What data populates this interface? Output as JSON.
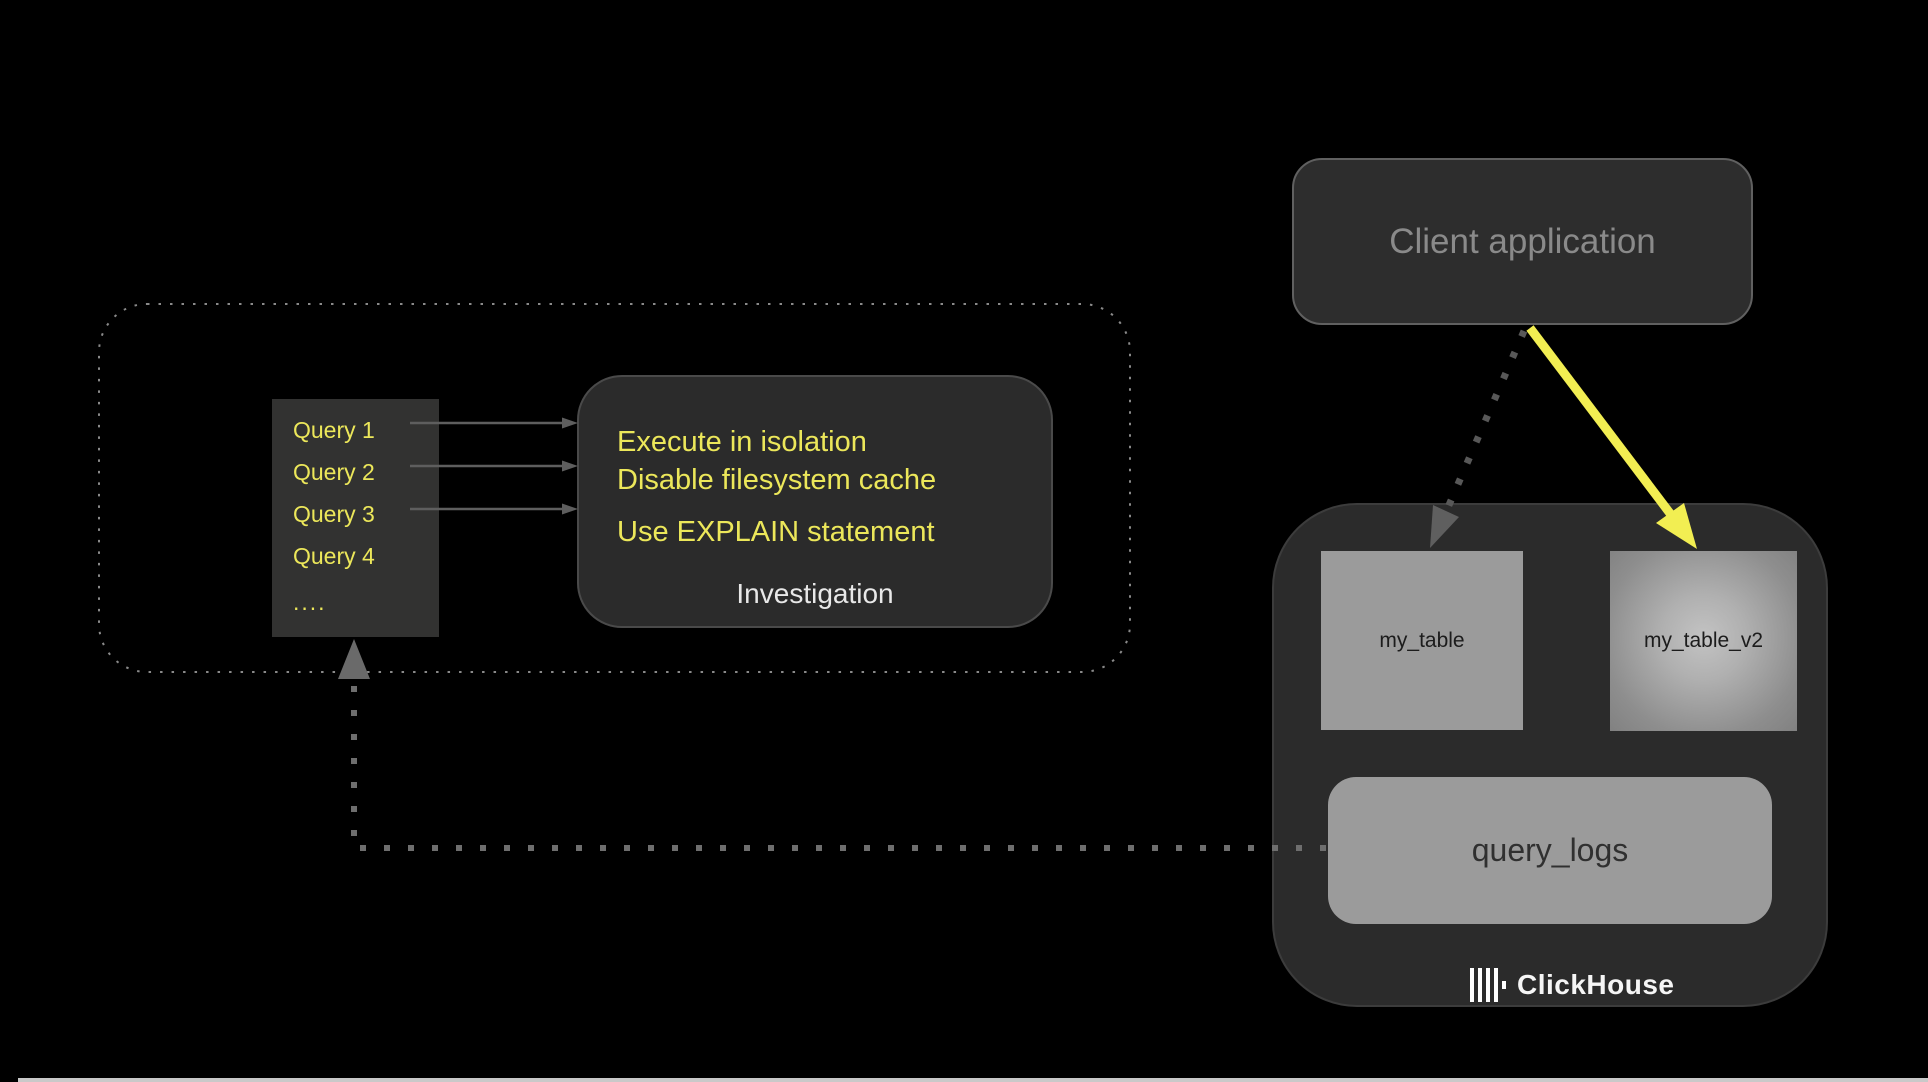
{
  "queries": [
    "Query 1",
    "Query 2",
    "Query 3",
    "Query 4",
    "...."
  ],
  "investigation": {
    "tips": [
      "Execute in isolation",
      "Disable filesystem cache",
      "Use EXPLAIN statement"
    ],
    "title": "Investigation"
  },
  "client_application": {
    "label": "Client application"
  },
  "clickhouse": {
    "tables": [
      {
        "label": "my_table"
      },
      {
        "label": "my_table_v2"
      }
    ],
    "query_logs_label": "query_logs",
    "brand": "ClickHouse"
  },
  "icons": {
    "clickhouse_logo": "clickhouse-bars-icon"
  },
  "colors": {
    "background": "#000000",
    "highlight_yellow_text": "#ece75a",
    "arrow_yellow": "#f2ee52",
    "panel_dark_gray": "#2b2b2b",
    "table_gray": "#9b9b9b",
    "connector_gray": "#6e6e6e",
    "dotted_zone_border": "#8a8a8a"
  }
}
